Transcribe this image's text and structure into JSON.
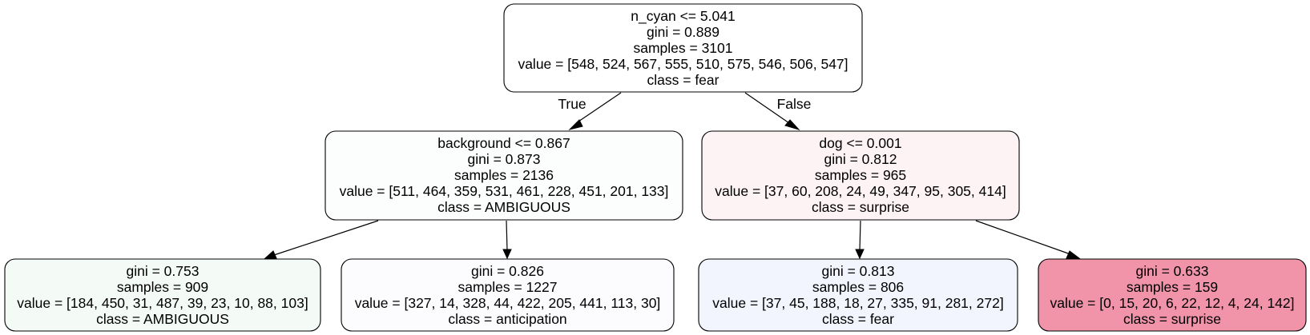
{
  "tree": {
    "edge_labels": {
      "left": "True",
      "right": "False"
    },
    "nodes": {
      "root": {
        "fill": "#ffffff",
        "lines": [
          "n_cyan <= 5.041",
          "gini = 0.889",
          "samples = 3101",
          "value = [548, 524, 567, 555, 510, 575, 546, 506, 547]",
          "class = fear"
        ]
      },
      "left": {
        "fill": "#fbfefd",
        "lines": [
          "background <= 0.867",
          "gini = 0.873",
          "samples = 2136",
          "value = [511, 464, 359, 531, 461, 228, 451, 201, 133]",
          "class = AMBIGUOUS"
        ]
      },
      "right": {
        "fill": "#fdf3f4",
        "lines": [
          "dog <= 0.001",
          "gini = 0.812",
          "samples = 965",
          "value = [37, 60, 208, 24, 49, 347, 95, 305, 414]",
          "class = surprise"
        ]
      },
      "left_left": {
        "fill": "#f4fbf7",
        "lines": [
          "gini = 0.753",
          "samples = 909",
          "value = [184, 450, 31, 487, 39, 23, 10, 88, 103]",
          "class = AMBIGUOUS"
        ]
      },
      "left_right": {
        "fill": "#fcfcff",
        "lines": [
          "gini = 0.826",
          "samples = 1227",
          "value = [327, 14, 328, 44, 422, 205, 441, 113, 30]",
          "class = anticipation"
        ]
      },
      "right_left": {
        "fill": "#f2f5fd",
        "lines": [
          "gini = 0.813",
          "samples = 806",
          "value = [37, 45, 188, 18, 27, 335, 91, 281, 272]",
          "class = fear"
        ]
      },
      "right_right": {
        "fill": "#f193a9",
        "lines": [
          "gini = 0.633",
          "samples = 159",
          "value = [0, 15, 20, 6, 22, 12, 4, 24, 142]",
          "class = surprise"
        ]
      }
    }
  }
}
